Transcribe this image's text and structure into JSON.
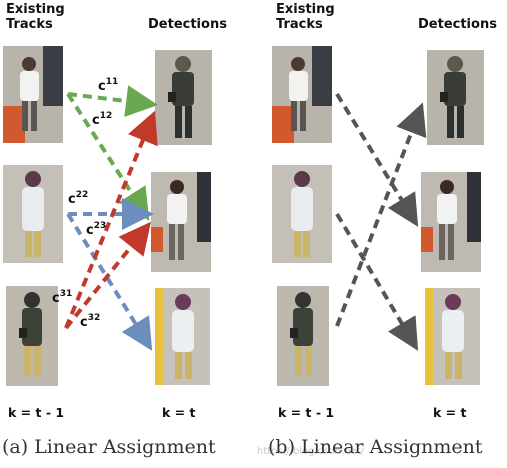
{
  "panel_a": {
    "left_header_line1": "Existing",
    "left_header_line2": "Tracks",
    "right_header": "Detections",
    "left_footer": "k = t - 1",
    "right_footer": "k = t",
    "caption": "(a) Linear Assignment",
    "cost_labels": [
      "c11",
      "c12",
      "c22",
      "c23",
      "c31",
      "c32"
    ]
  },
  "panel_b": {
    "left_header_line1": "Existing",
    "left_header_line2": "Tracks",
    "right_header": "Detections",
    "left_footer": "k = t - 1",
    "right_footer": "k = t",
    "caption": "(b) Linear Assignment"
  },
  "colors": {
    "green": "#6aa84f",
    "blue": "#6c8ebf",
    "red": "#c0392b",
    "gray": "#555555"
  },
  "watermark": "https://blog.csdn.net/"
}
